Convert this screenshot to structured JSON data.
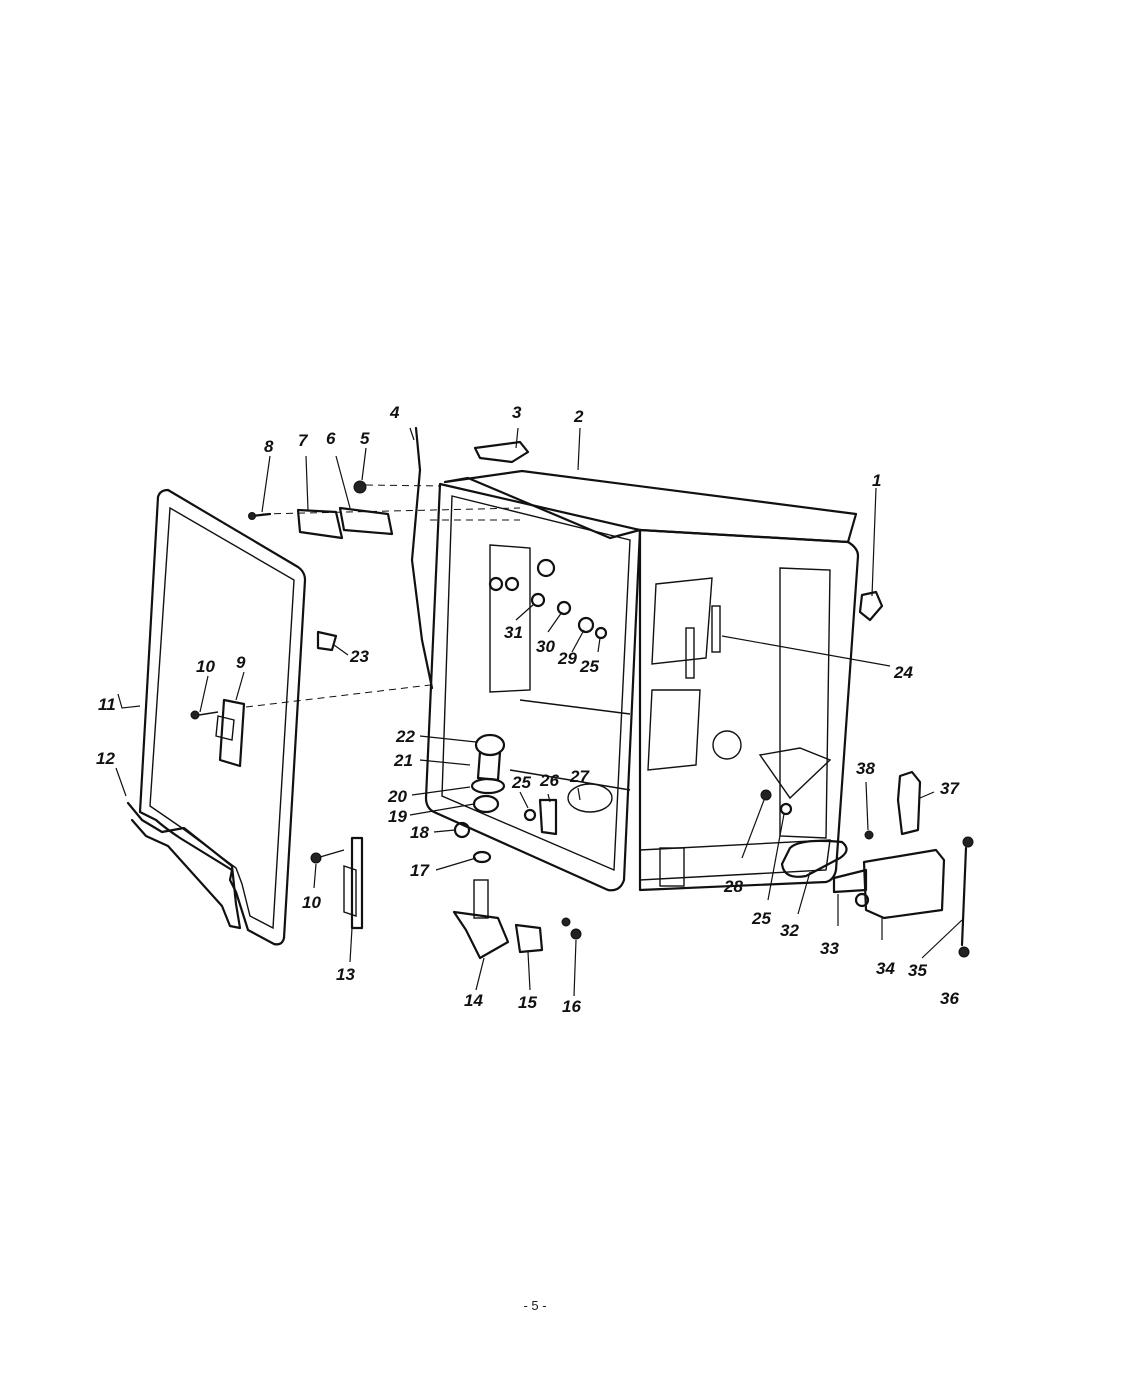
{
  "diagram": {
    "callouts": [
      {
        "id": "1"
      },
      {
        "id": "2"
      },
      {
        "id": "3"
      },
      {
        "id": "4"
      },
      {
        "id": "5"
      },
      {
        "id": "6"
      },
      {
        "id": "7"
      },
      {
        "id": "8"
      },
      {
        "id": "9"
      },
      {
        "id": "10"
      },
      {
        "id": "10"
      },
      {
        "id": "11"
      },
      {
        "id": "12"
      },
      {
        "id": "13"
      },
      {
        "id": "14"
      },
      {
        "id": "15"
      },
      {
        "id": "16"
      },
      {
        "id": "17"
      },
      {
        "id": "18"
      },
      {
        "id": "19"
      },
      {
        "id": "20"
      },
      {
        "id": "21"
      },
      {
        "id": "22"
      },
      {
        "id": "23"
      },
      {
        "id": "24"
      },
      {
        "id": "25"
      },
      {
        "id": "25"
      },
      {
        "id": "25"
      },
      {
        "id": "26"
      },
      {
        "id": "27"
      },
      {
        "id": "28"
      },
      {
        "id": "29"
      },
      {
        "id": "30"
      },
      {
        "id": "31"
      },
      {
        "id": "32"
      },
      {
        "id": "33"
      },
      {
        "id": "34"
      },
      {
        "id": "35"
      },
      {
        "id": "36"
      },
      {
        "id": "37"
      },
      {
        "id": "38"
      }
    ]
  },
  "page": {
    "number": "- 5 -"
  }
}
